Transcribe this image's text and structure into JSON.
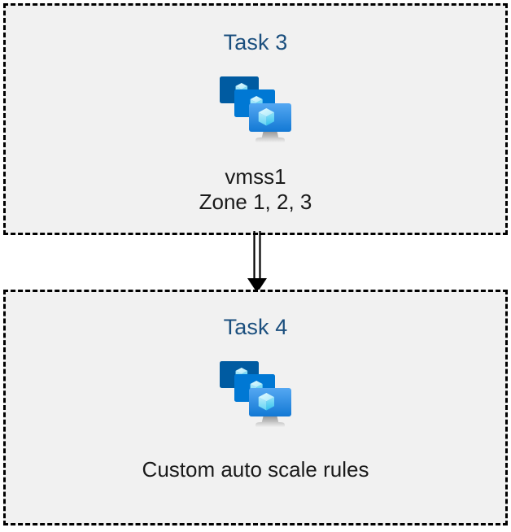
{
  "diagram": {
    "background": "#ffffff",
    "box_fill": "#f1f1f1",
    "box_border_color": "#000000",
    "title_color": "#1b4f7e",
    "caption_color": "#1a1a1a",
    "icon_colors": {
      "monitor_back": "#005ba1",
      "monitor_mid": "#0078d4",
      "monitor_front_top": "#4aa3ef",
      "monitor_front_bottom": "#1680d8",
      "cube_light": "#c3f1fb",
      "cube_mid": "#9fe5f8",
      "cube_dark": "#50d0f0",
      "stand": "#b3b3b3"
    }
  },
  "boxes": [
    {
      "id": "task-3",
      "title": "Task 3",
      "icon": "vm-scale-set-icon",
      "caption_lines": [
        "vmss1",
        "Zone 1, 2, 3"
      ]
    },
    {
      "id": "task-4",
      "title": "Task 4",
      "icon": "vm-scale-set-icon",
      "caption_lines": [
        "Custom auto scale rules"
      ]
    }
  ],
  "connector": {
    "name": "flow-arrow",
    "style": "double-line",
    "direction": "down",
    "color": "#000000",
    "from": "task-3",
    "to": "task-4"
  }
}
